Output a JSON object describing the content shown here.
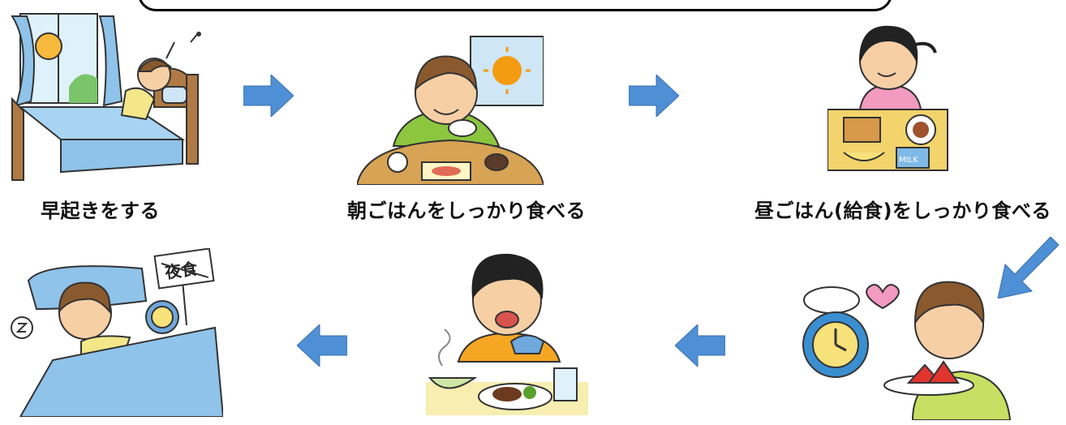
{
  "steps": [
    {
      "label": "早起きをする",
      "icon": "wake-up-illustration"
    },
    {
      "label": "朝ごはんをしっかり食べる",
      "icon": "breakfast-illustration"
    },
    {
      "label": "昼ごはん(給食)をしっかり食べる",
      "icon": "school-lunch-illustration"
    },
    {
      "label": "",
      "icon": "snack-time-illustration"
    },
    {
      "label": "",
      "icon": "dinner-illustration"
    },
    {
      "label": "",
      "icon": "sleep-illustration"
    }
  ],
  "sign_text": "夜食",
  "milk_text": "MILK",
  "colors": {
    "arrow": "#4f8fd6",
    "blanket": "#8fc3ea",
    "skin": "#f6cfa5",
    "hair": "#8a5a2e"
  }
}
